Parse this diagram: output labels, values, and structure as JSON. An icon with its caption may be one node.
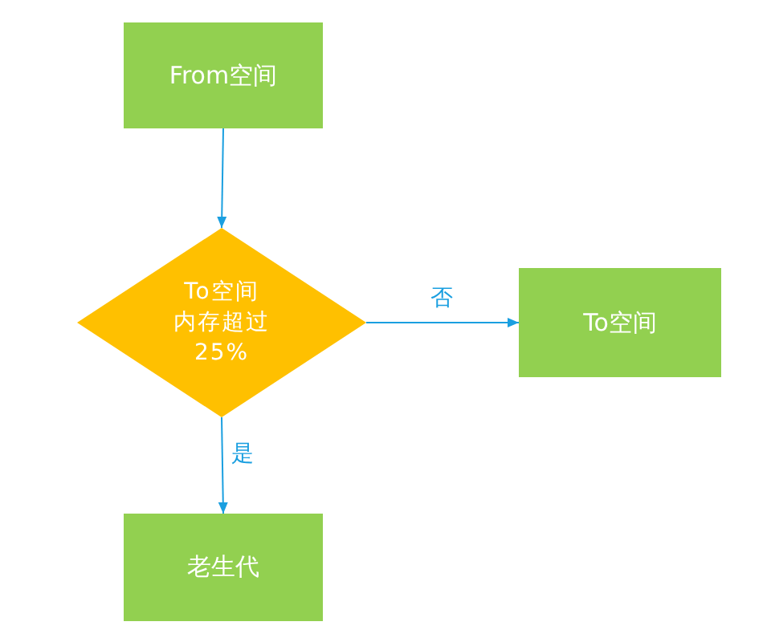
{
  "diagram": {
    "nodes": [
      {
        "text": [
          "From空间"
        ]
      },
      {
        "text": [
          "To空间内存超过25%"
        ]
      },
      {
        "text": [
          "To空间"
        ]
      },
      {
        "text": [
          "老生代"
        ]
      }
    ],
    "edges": [
      {
        "from": 0,
        "to": 1,
        "arrow": "to"
      },
      {
        "from": 1,
        "to": 2,
        "arrow": "to",
        "label": "否"
      },
      {
        "from": 1,
        "to": 3,
        "arrow": "to",
        "label": "是"
      }
    ]
  }
}
